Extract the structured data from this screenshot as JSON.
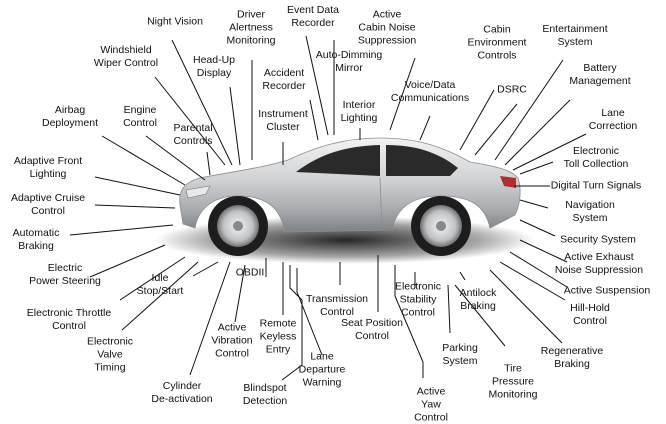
{
  "labels": [
    {
      "id": "night-vision",
      "lines": [
        "Night Vision"
      ]
    },
    {
      "id": "windshield-wiper-control",
      "lines": [
        "Windshield",
        "Wiper Control"
      ]
    },
    {
      "id": "head-up-display",
      "lines": [
        "Head-Up",
        "Display"
      ]
    },
    {
      "id": "driver-alertness-monitoring",
      "lines": [
        "Driver",
        "Alertness",
        "Monitoring"
      ]
    },
    {
      "id": "event-data-recorder",
      "lines": [
        "Event Data",
        "Recorder"
      ]
    },
    {
      "id": "auto-dimming-mirror",
      "lines": [
        "Auto-Dimming",
        "Mirror"
      ]
    },
    {
      "id": "accident-recorder",
      "lines": [
        "Accident",
        "Recorder"
      ]
    },
    {
      "id": "instrument-cluster",
      "lines": [
        "Instrument",
        "Cluster"
      ]
    },
    {
      "id": "interior-lighting",
      "lines": [
        "Interior",
        "Lighting"
      ]
    },
    {
      "id": "active-cabin-noise-suppression",
      "lines": [
        "Active",
        "Cabin Noise",
        "Suppression"
      ]
    },
    {
      "id": "cabin-environment-controls",
      "lines": [
        "Cabin",
        "Environment",
        "Controls"
      ]
    },
    {
      "id": "voice-data-communications",
      "lines": [
        "Voice/Data",
        "Communications"
      ]
    },
    {
      "id": "dsrc",
      "lines": [
        "DSRC"
      ]
    },
    {
      "id": "entertainment-system",
      "lines": [
        "Entertainment",
        "System"
      ]
    },
    {
      "id": "battery-management",
      "lines": [
        "Battery",
        "Management"
      ]
    },
    {
      "id": "lane-correction",
      "lines": [
        "Lane",
        "Correction"
      ]
    },
    {
      "id": "electronic-toll-collection",
      "lines": [
        "Electronic",
        "Toll Collection"
      ]
    },
    {
      "id": "digital-turn-signals",
      "lines": [
        "Digital Turn Signals"
      ]
    },
    {
      "id": "navigation-system",
      "lines": [
        "Navigation",
        "System"
      ]
    },
    {
      "id": "security-system",
      "lines": [
        "Security System"
      ]
    },
    {
      "id": "active-exhaust-noise-suppression",
      "lines": [
        "Active Exhaust",
        "Noise Suppression"
      ]
    },
    {
      "id": "active-suspension",
      "lines": [
        "Active Suspension"
      ]
    },
    {
      "id": "hill-hold-control",
      "lines": [
        "Hill-Hold",
        "Control"
      ]
    },
    {
      "id": "regenerative-braking",
      "lines": [
        "Regenerative",
        "Braking"
      ]
    },
    {
      "id": "tire-pressure-monitoring",
      "lines": [
        "Tire",
        "Pressure",
        "Monitoring"
      ]
    },
    {
      "id": "antilock-braking",
      "lines": [
        "Antilock",
        "Braking"
      ]
    },
    {
      "id": "parking-system",
      "lines": [
        "Parking",
        "System"
      ]
    },
    {
      "id": "electronic-stability-control",
      "lines": [
        "Electronic",
        "Stability",
        "Control"
      ]
    },
    {
      "id": "active-yaw-control",
      "lines": [
        "Active",
        "Yaw",
        "Control"
      ]
    },
    {
      "id": "seat-position-control",
      "lines": [
        "Seat Position",
        "Control"
      ]
    },
    {
      "id": "transmission-control",
      "lines": [
        "Transmission",
        "Control"
      ]
    },
    {
      "id": "lane-departure-warning",
      "lines": [
        "Lane",
        "Departure",
        "Warning"
      ]
    },
    {
      "id": "blindspot-detection",
      "lines": [
        "Blindspot",
        "Detection"
      ]
    },
    {
      "id": "remote-keyless-entry",
      "lines": [
        "Remote",
        "Keyless",
        "Entry"
      ]
    },
    {
      "id": "obdii",
      "lines": [
        "OBDII"
      ]
    },
    {
      "id": "active-vibration-control",
      "lines": [
        "Active",
        "Vibration",
        "Control"
      ]
    },
    {
      "id": "idle-stop-start",
      "lines": [
        "Idle",
        "Stop/Start"
      ]
    },
    {
      "id": "cylinder-de-activation",
      "lines": [
        "Cylinder",
        "De-activation"
      ]
    },
    {
      "id": "electronic-valve-timing",
      "lines": [
        "Electronic",
        "Valve",
        "Timing"
      ]
    },
    {
      "id": "electronic-throttle-control",
      "lines": [
        "Electronic Throttle",
        "Control"
      ]
    },
    {
      "id": "electric-power-steering",
      "lines": [
        "Electric",
        "Power Steering"
      ]
    },
    {
      "id": "automatic-braking",
      "lines": [
        "Automatic",
        "Braking"
      ]
    },
    {
      "id": "adaptive-cruise-control",
      "lines": [
        "Adaptive Cruise",
        "Control"
      ]
    },
    {
      "id": "adaptive-front-lighting",
      "lines": [
        "Adaptive Front",
        "Lighting"
      ]
    },
    {
      "id": "airbag-deployment",
      "lines": [
        "Airbag",
        "Deployment"
      ]
    },
    {
      "id": "engine-control",
      "lines": [
        "Engine",
        "Control"
      ]
    },
    {
      "id": "parental-controls",
      "lines": [
        "Parental",
        "Controls"
      ]
    }
  ],
  "colors": {
    "text": "#111111",
    "line": "#111111",
    "car_body": "#c9cbcd",
    "car_dark": "#2a2a2a"
  }
}
